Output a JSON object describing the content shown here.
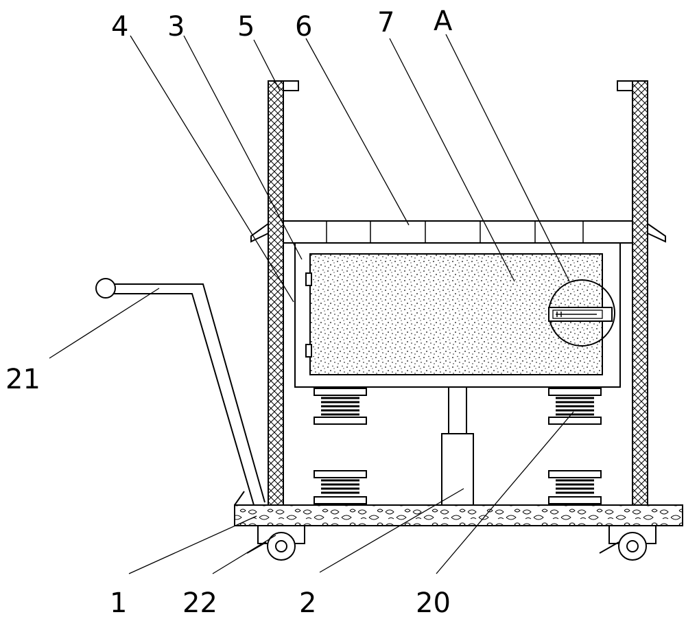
{
  "callouts": [
    {
      "id": "1",
      "label": "1"
    },
    {
      "id": "2",
      "label": "2"
    },
    {
      "id": "3",
      "label": "3"
    },
    {
      "id": "4",
      "label": "4"
    },
    {
      "id": "5",
      "label": "5"
    },
    {
      "id": "6",
      "label": "6"
    },
    {
      "id": "7",
      "label": "7"
    },
    {
      "id": "20",
      "label": "20"
    },
    {
      "id": "21",
      "label": "21"
    },
    {
      "id": "22",
      "label": "22"
    },
    {
      "id": "A",
      "label": "A"
    }
  ]
}
